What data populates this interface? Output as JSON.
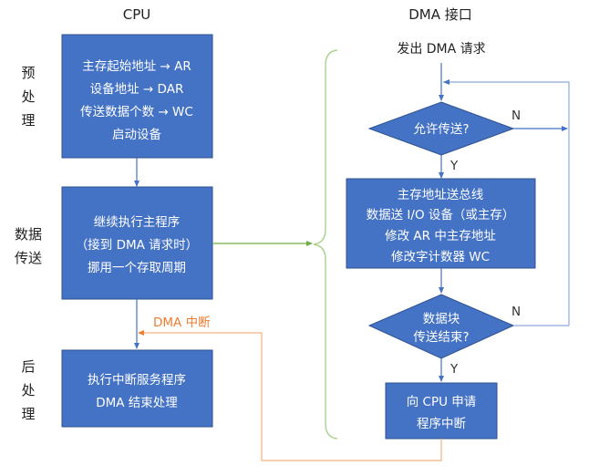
{
  "headers": {
    "cpu": "CPU",
    "dma": "DMA 接口"
  },
  "phases": [
    {
      "chars": [
        "预",
        "处",
        "理"
      ]
    },
    {
      "chars": [
        "数据",
        "传送"
      ]
    },
    {
      "chars": [
        "后",
        "处",
        "理"
      ]
    }
  ],
  "cpu_boxes": [
    {
      "lines": [
        "主存起始地址 → AR",
        "设备地址 → DAR",
        "传送数据个数 → WC",
        "启动设备"
      ]
    },
    {
      "lines": [
        "继续执行主程序",
        "（接到 DMA 请求时）",
        "挪用一个存取周期"
      ]
    },
    {
      "lines": [
        "执行中断服务程序",
        "DMA 结束处理"
      ]
    }
  ],
  "dma": {
    "start_label": "发出 DMA 请求",
    "decision1": "允许传送?",
    "process_box": [
      "主存地址送总线",
      "数据送 I/O 设备（或主存）",
      "修改 AR 中主存地址",
      "修改字计数器 WC"
    ],
    "decision2": [
      "数据块",
      "传送结束?"
    ],
    "end_box": [
      "向 CPU 申请",
      "程序中断"
    ],
    "yes_label": "Y",
    "no_label": "N"
  },
  "interrupt_label": "DMA 中断",
  "colors": {
    "box_fill": "#4472C4",
    "box_stroke": "#2F528F",
    "flow_line": "#4472C4",
    "loop_line": "#8FAADC",
    "brace": "#70AD47",
    "interrupt": "#ED7D31"
  }
}
